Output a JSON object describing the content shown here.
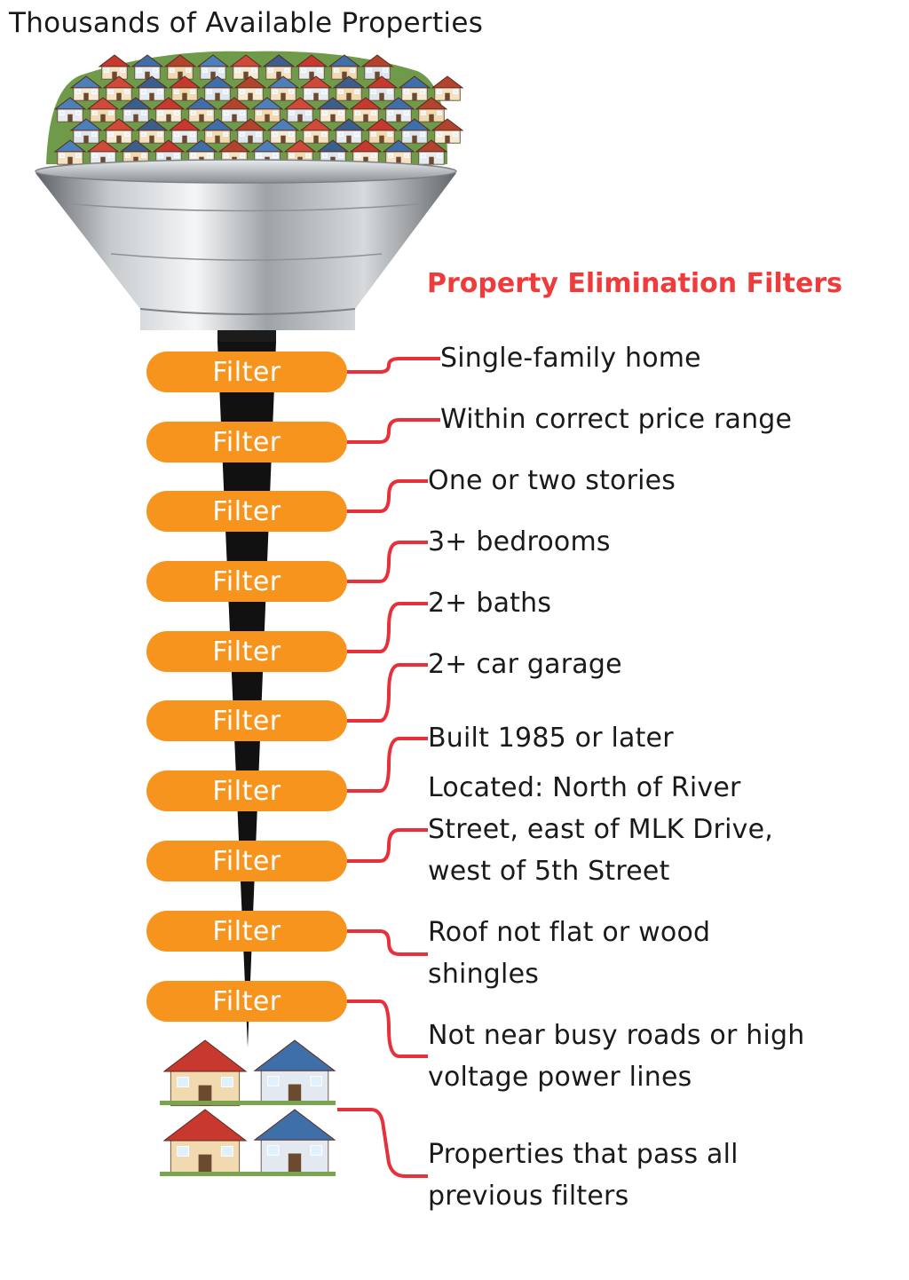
{
  "title": "Thousands of Available Properties",
  "subtitle": "Property Elimination Filters",
  "filter_label": "Filter",
  "criteria": [
    [
      "Single-family home"
    ],
    [
      "Within correct price range"
    ],
    [
      "One or two stories"
    ],
    [
      "3+ bedrooms"
    ],
    [
      "2+ baths"
    ],
    [
      "2+ car garage"
    ],
    [
      "Built 1985 or later"
    ],
    [
      "Located: North of River",
      "Street, east of MLK Drive,",
      "west of 5th Street"
    ],
    [
      "Roof not flat or wood",
      "shingles"
    ],
    [
      "Not near busy roads or high",
      "voltage power lines"
    ]
  ],
  "result": [
    "Properties that pass all",
    "previous filters"
  ],
  "colors": {
    "accent": "#ef3b3b",
    "filter": "#f7941d",
    "connector": "#e8303a"
  }
}
